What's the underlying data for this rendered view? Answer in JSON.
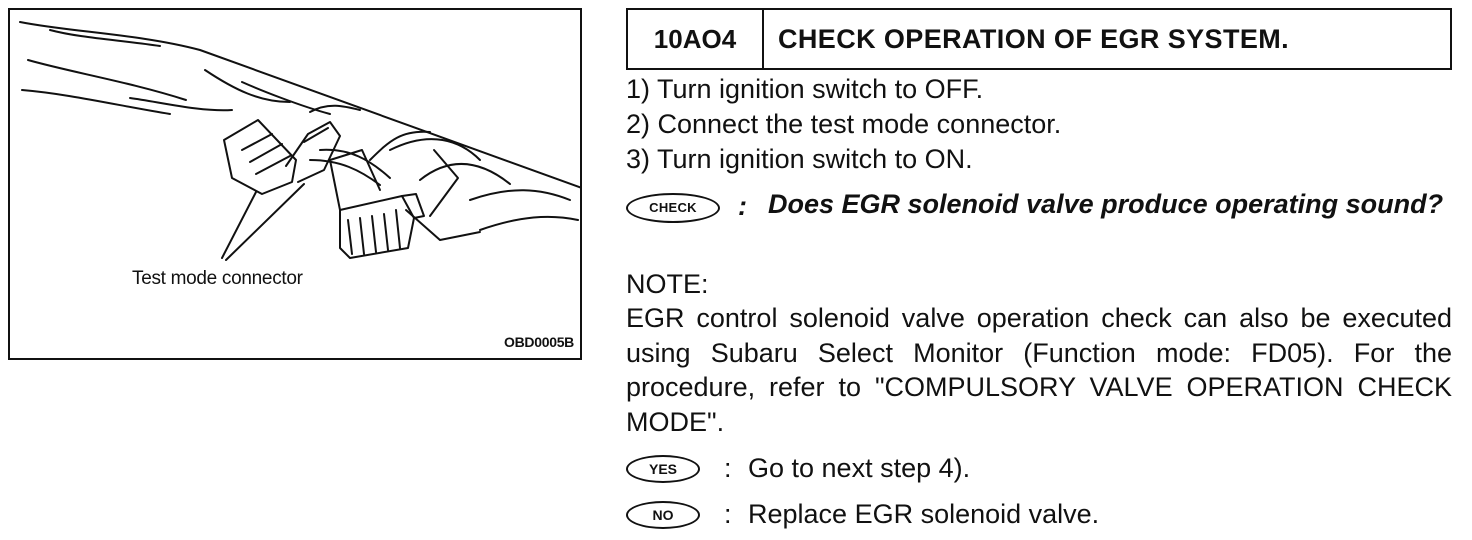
{
  "figure": {
    "caption": "Test mode connector",
    "code": "OBD0005B"
  },
  "step": {
    "id": "10AO4",
    "title": "CHECK OPERATION OF EGR SYSTEM."
  },
  "instructions": [
    "1)  Turn ignition switch to OFF.",
    "2)  Connect the test mode connector.",
    "3)  Turn ignition switch to ON."
  ],
  "check": {
    "badge": "CHECK",
    "colon": ":",
    "question": "Does EGR solenoid valve produce operating sound?"
  },
  "note": {
    "label": "NOTE:",
    "text": "EGR control solenoid valve operation check can also be executed using Subaru Select Monitor (Function mode: FD05). For the procedure, refer to \"COMPULSORY VALVE OPERATION CHECK MODE\"."
  },
  "answers": {
    "yes": {
      "badge": "YES",
      "colon": ":",
      "text": "Go to next step 4)."
    },
    "no": {
      "badge": "NO",
      "colon": ":",
      "text": "Replace EGR solenoid valve."
    }
  }
}
